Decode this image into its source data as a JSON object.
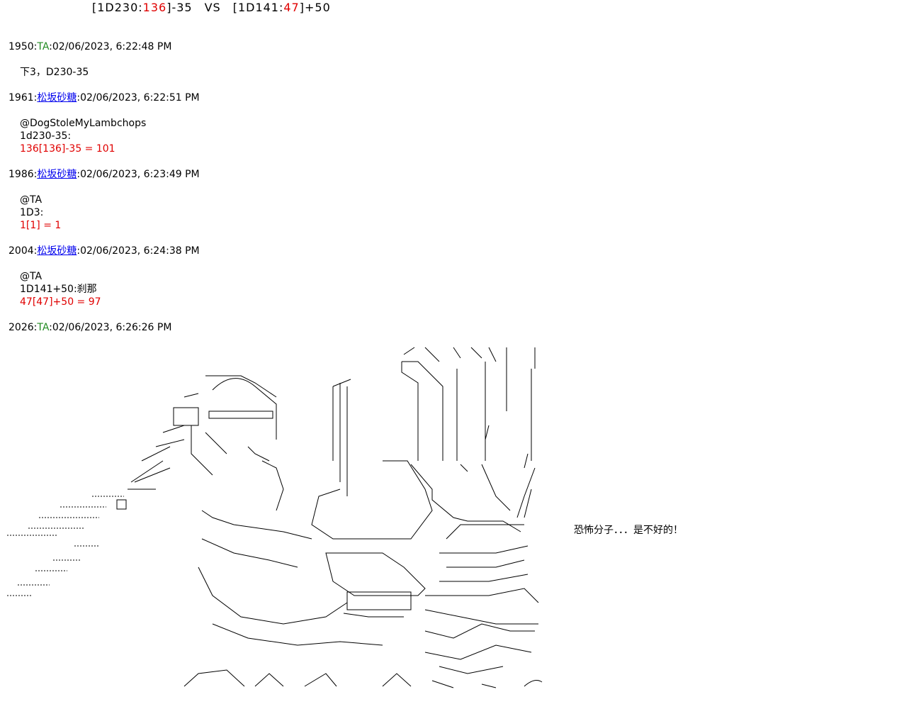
{
  "header": {
    "p1": "[1D230:",
    "r1": "136",
    "p2": "]-35　VS　[1D141:",
    "r2": "47",
    "p3": "]+50"
  },
  "posts": [
    {
      "num": "1950",
      "user": "TA",
      "date": "02/06/2023, 6:22:48 PM",
      "body": [
        "下3，D230-35"
      ]
    },
    {
      "num": "1961",
      "user": "松坂砂糖",
      "date": "02/06/2023, 6:22:51 PM",
      "body": [
        "@DogStoleMyLambchops",
        "1d230-35:"
      ],
      "result": "136[136]-35 = 101"
    },
    {
      "num": "1986",
      "user": "松坂砂糖",
      "date": "02/06/2023, 6:23:49 PM",
      "body": [
        "@TA",
        "1D3:"
      ],
      "result": "1[1] = 1"
    },
    {
      "num": "2004",
      "user": "松坂砂糖",
      "date": "02/06/2023, 6:24:38 PM",
      "body": [
        "@TA",
        "1D141+50:刹那"
      ],
      "result": "47[47]+50 = 97"
    },
    {
      "num": "2026",
      "user": "TA",
      "date": "02/06/2023, 6:26:26 PM"
    }
  ],
  "art": {
    "speech": "恐怖分子．．．是不好的！"
  },
  "colors": {
    "dice": "#e00000",
    "op": "#228b22",
    "link": "#0000ee"
  }
}
